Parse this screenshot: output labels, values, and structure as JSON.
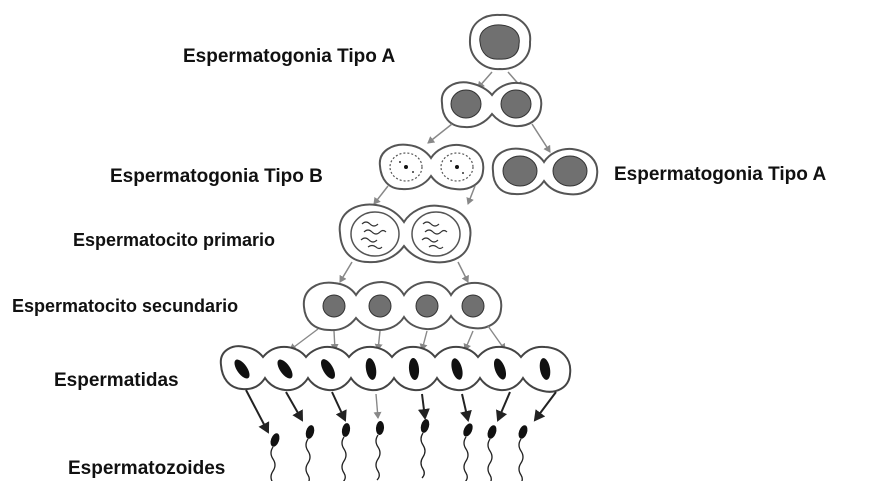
{
  "labels": {
    "spermatogonia_a_top": "Espermatogonia Tipo A",
    "spermatogonia_b": "Espermatogonia Tipo B",
    "spermatogonia_a_right": "Espermatogonia Tipo A",
    "primary_spermatocyte": "Espermatocito primario",
    "secondary_spermatocyte": "Espermatocito secundario",
    "spermatids": "Espermatidas",
    "spermatozoa": "Espermatozoides"
  },
  "colors": {
    "background": "#ffffff",
    "membrane": "#555555",
    "nucleus_fill": "#707070",
    "nucleus_dark": "#111111",
    "arrow": "#888888",
    "arrow_dark": "#222222",
    "text": "#111111"
  },
  "counts": {
    "secondary_spermatocytes": 4,
    "spermatids": 8,
    "spermatozoa": 8
  }
}
